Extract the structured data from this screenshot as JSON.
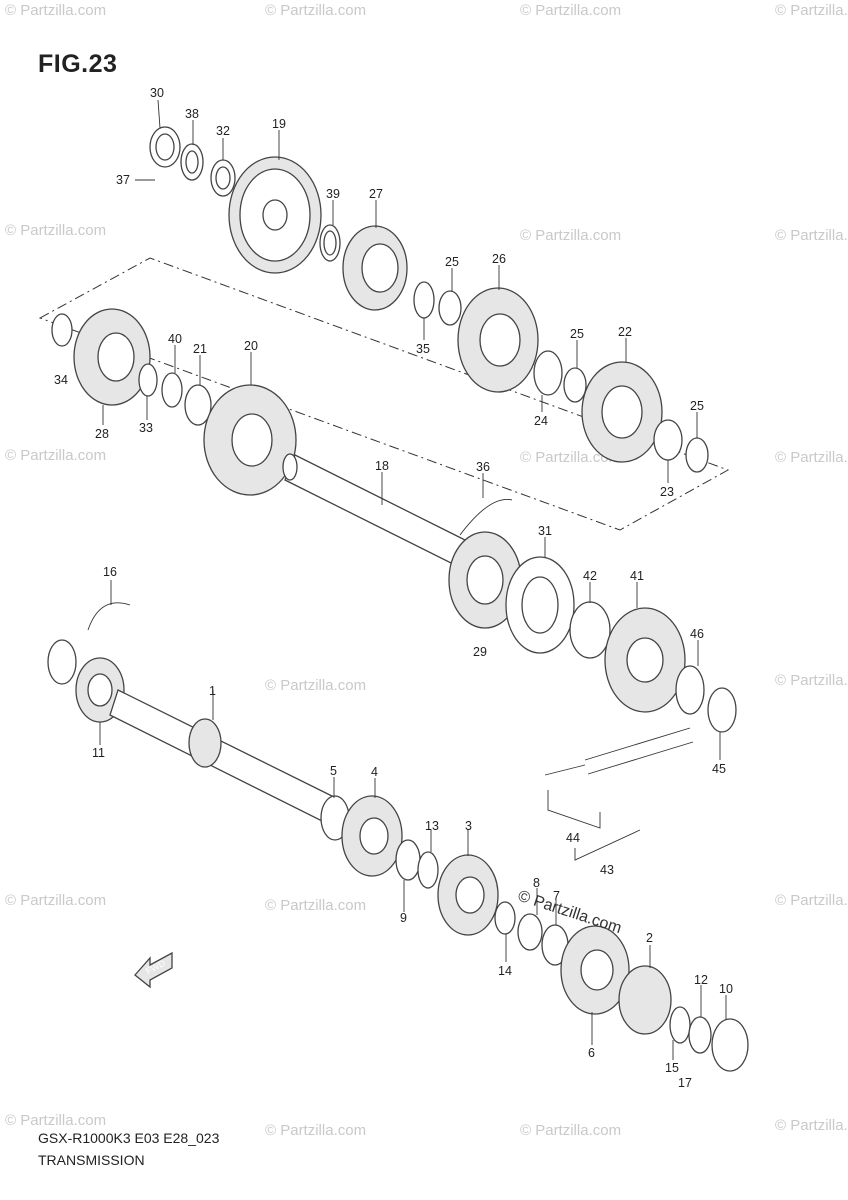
{
  "figure": {
    "title": "FIG.23"
  },
  "footer": {
    "model_line": "GSX-R1000K3 E03 E28_023",
    "section": "TRANSMISSION"
  },
  "watermark": {
    "text": "© Partzilla.com",
    "inline_text": "© Partzilla.com",
    "color": "#c9c9c9"
  },
  "arrow_badge": {
    "text": "FWD"
  },
  "callouts": [
    {
      "id": "30",
      "text": "30"
    },
    {
      "id": "38",
      "text": "38"
    },
    {
      "id": "32",
      "text": "32"
    },
    {
      "id": "19",
      "text": "19"
    },
    {
      "id": "37",
      "text": "37"
    },
    {
      "id": "39",
      "text": "39"
    },
    {
      "id": "27",
      "text": "27"
    },
    {
      "id": "25a",
      "text": "25"
    },
    {
      "id": "26",
      "text": "26"
    },
    {
      "id": "35",
      "text": "35"
    },
    {
      "id": "25b",
      "text": "25"
    },
    {
      "id": "22",
      "text": "22"
    },
    {
      "id": "24",
      "text": "24"
    },
    {
      "id": "25c",
      "text": "25"
    },
    {
      "id": "23",
      "text": "23"
    },
    {
      "id": "34",
      "text": "34"
    },
    {
      "id": "40",
      "text": "40"
    },
    {
      "id": "21",
      "text": "21"
    },
    {
      "id": "20",
      "text": "20"
    },
    {
      "id": "28",
      "text": "28"
    },
    {
      "id": "33",
      "text": "33"
    },
    {
      "id": "18",
      "text": "18"
    },
    {
      "id": "36",
      "text": "36"
    },
    {
      "id": "31",
      "text": "31"
    },
    {
      "id": "42",
      "text": "42"
    },
    {
      "id": "41",
      "text": "41"
    },
    {
      "id": "29",
      "text": "29"
    },
    {
      "id": "46",
      "text": "46"
    },
    {
      "id": "45",
      "text": "45"
    },
    {
      "id": "16",
      "text": "16"
    },
    {
      "id": "1",
      "text": "1"
    },
    {
      "id": "11",
      "text": "11"
    },
    {
      "id": "5",
      "text": "5"
    },
    {
      "id": "4",
      "text": "4"
    },
    {
      "id": "44",
      "text": "44"
    },
    {
      "id": "43",
      "text": "43"
    },
    {
      "id": "13",
      "text": "13"
    },
    {
      "id": "3",
      "text": "3"
    },
    {
      "id": "9",
      "text": "9"
    },
    {
      "id": "8",
      "text": "8"
    },
    {
      "id": "7",
      "text": "7"
    },
    {
      "id": "14",
      "text": "14"
    },
    {
      "id": "2",
      "text": "2"
    },
    {
      "id": "12",
      "text": "12"
    },
    {
      "id": "10",
      "text": "10"
    },
    {
      "id": "6",
      "text": "6"
    },
    {
      "id": "15",
      "text": "15"
    },
    {
      "id": "17",
      "text": "17"
    }
  ]
}
